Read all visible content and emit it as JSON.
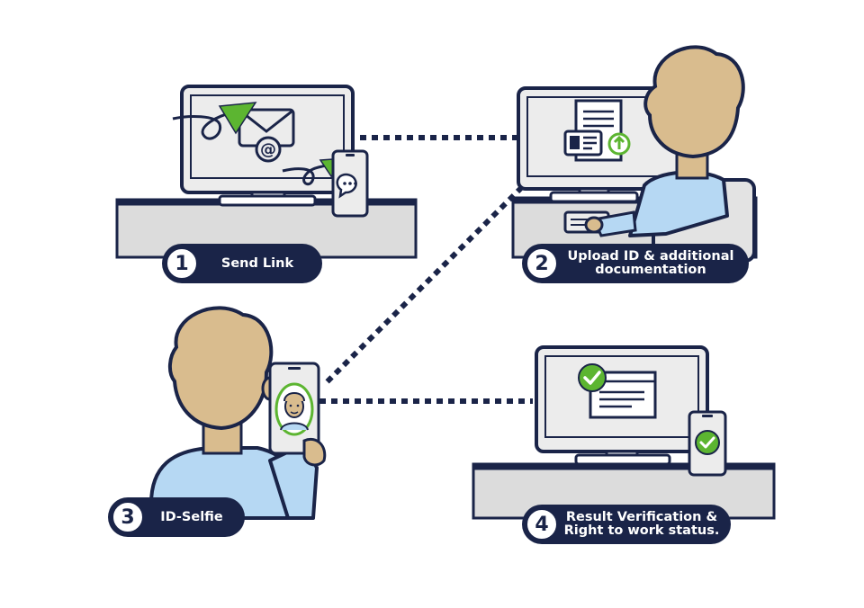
{
  "steps": [
    {
      "number": "1",
      "label": "Send Link"
    },
    {
      "number": "2",
      "label_line1": "Upload ID & additional",
      "label_line2": "documentation"
    },
    {
      "number": "3",
      "label": "ID-Selfie"
    },
    {
      "number": "4",
      "label_line1": "Result Verification &",
      "label_line2": "Right to work status."
    }
  ],
  "colors": {
    "navy": "#1a2448",
    "green": "#5cb531",
    "skin": "#d9bc8e",
    "shirt": "#b6d8f3",
    "desk": "#dcdcdc",
    "screen": "#ececec"
  },
  "icons": [
    "email-icon",
    "paper-plane-icon",
    "chat-icon",
    "document-icon",
    "id-card-icon",
    "upload-icon",
    "checkmark-icon",
    "face-icon"
  ]
}
